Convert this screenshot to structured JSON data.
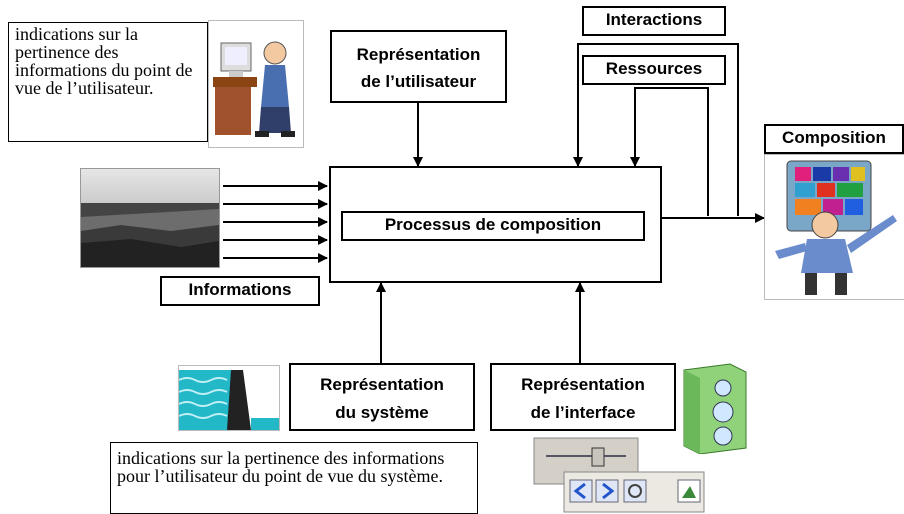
{
  "notes": {
    "user_note": "indications sur la pertinence des informations du point de vue de l’utilisateur.",
    "system_note": "indications sur la pertinence des informations pour l’utilisateur  du point de vue du système."
  },
  "labels": {
    "rep_user_line1": "Représentation",
    "rep_user_line2": "de l’utilisateur",
    "interactions": "Interactions",
    "ressources": "Ressources",
    "composition": "Composition",
    "process": "Processus de composition",
    "informations": "Informations",
    "rep_system_line1": "Représentation",
    "rep_system_line2": "du système",
    "rep_interface_line1": "Représentation",
    "rep_interface_line2": "de l’interface"
  },
  "icons": {
    "user_pic": "person-at-computer-icon",
    "info_pic": "dam-photo",
    "system_pic": "water-dam-icon",
    "composition_pic": "person-with-computer-icon",
    "interface_speaker": "speaker-icon",
    "interface_widgets": "slider-and-toolbar-icon"
  }
}
